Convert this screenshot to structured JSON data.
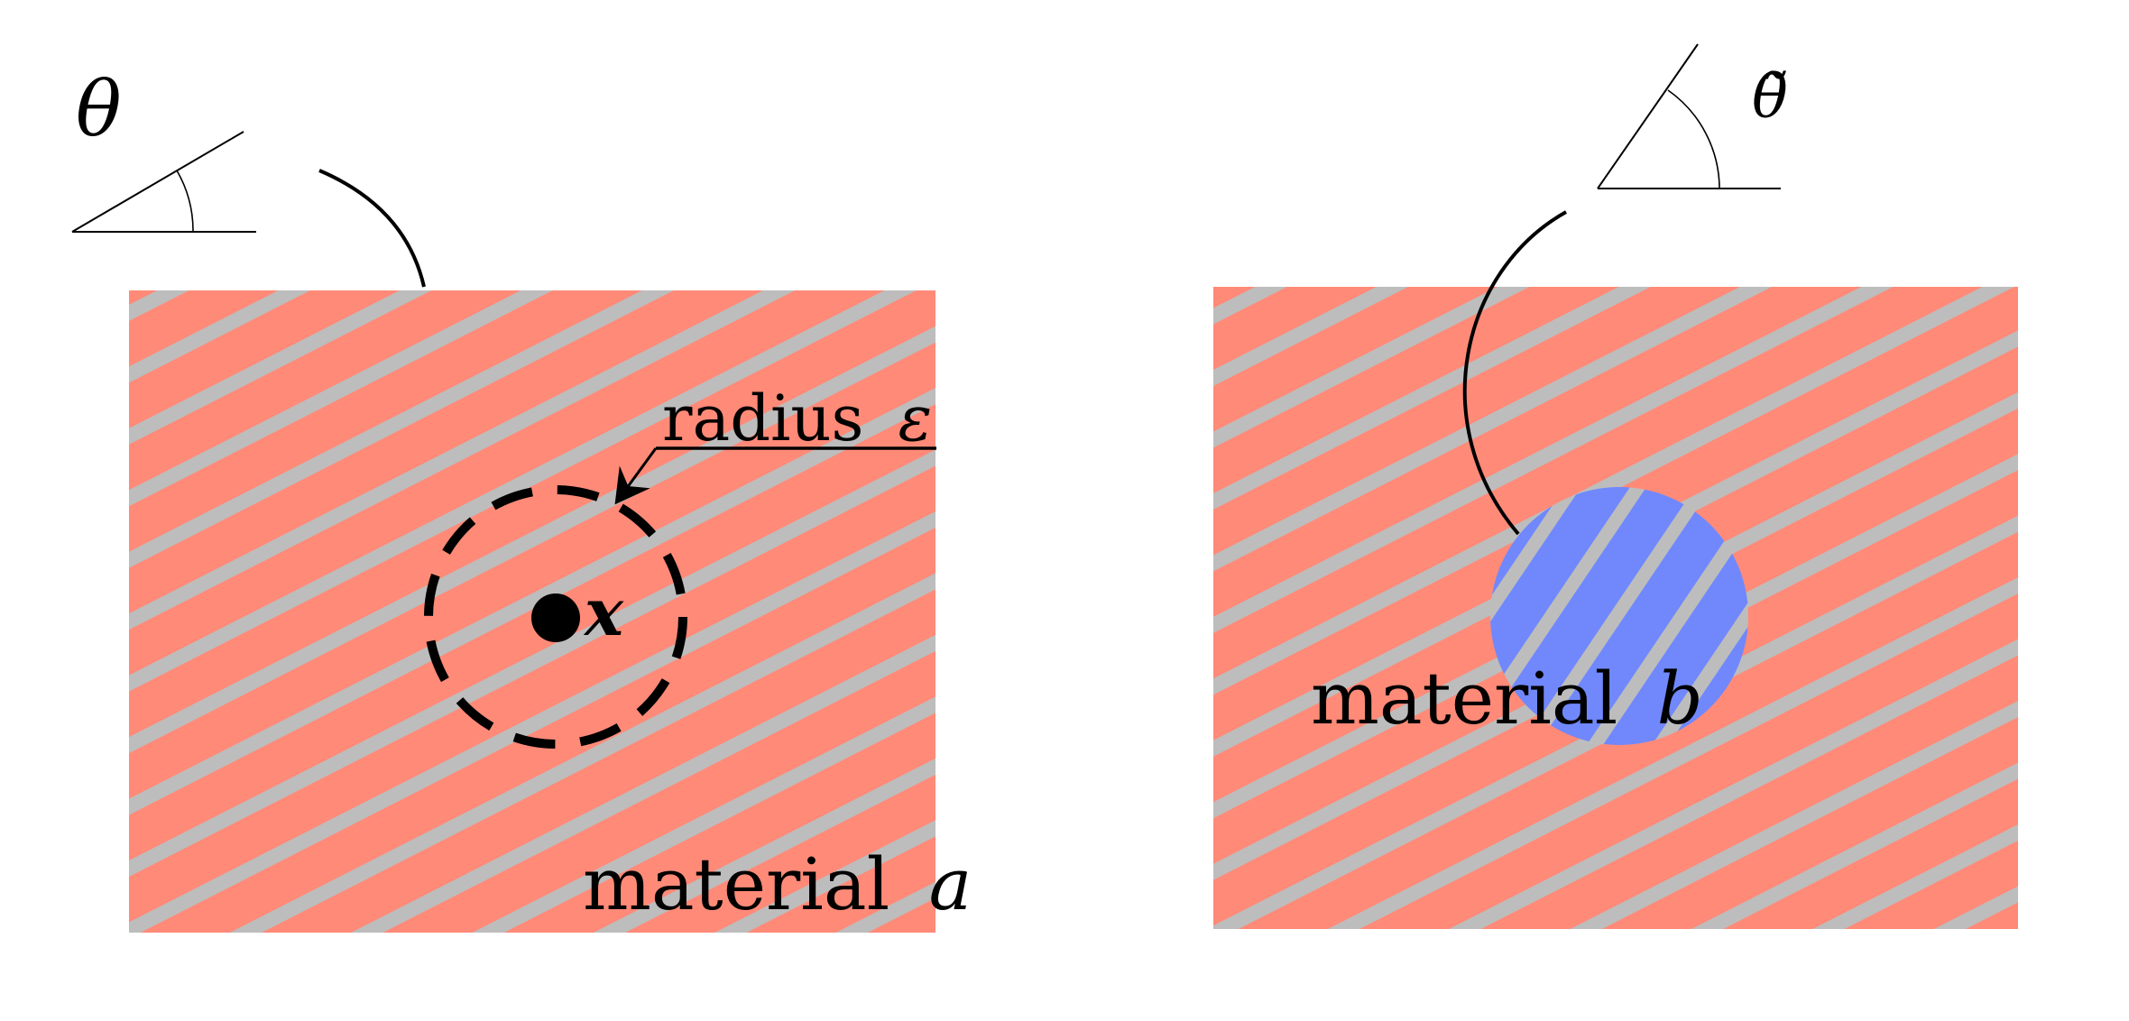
{
  "figure": {
    "colors": {
      "material_a": "#FF8A78",
      "material_b": "#7088FC",
      "fiber_stripe": "#BDBDBD",
      "ink": "#000000",
      "background": "#FFFFFF"
    },
    "left_panel": {
      "angle_label": "θ",
      "angle_degrees": 30,
      "radius_label_word": "radius",
      "radius_label_symbol": "ε",
      "point_label": "x",
      "material_label_word": "material",
      "material_label_symbol": "a"
    },
    "right_panel": {
      "angle_label": "θ̃",
      "angle_degrees": 60,
      "material_label_word": "material",
      "material_label_symbol": "b"
    }
  }
}
